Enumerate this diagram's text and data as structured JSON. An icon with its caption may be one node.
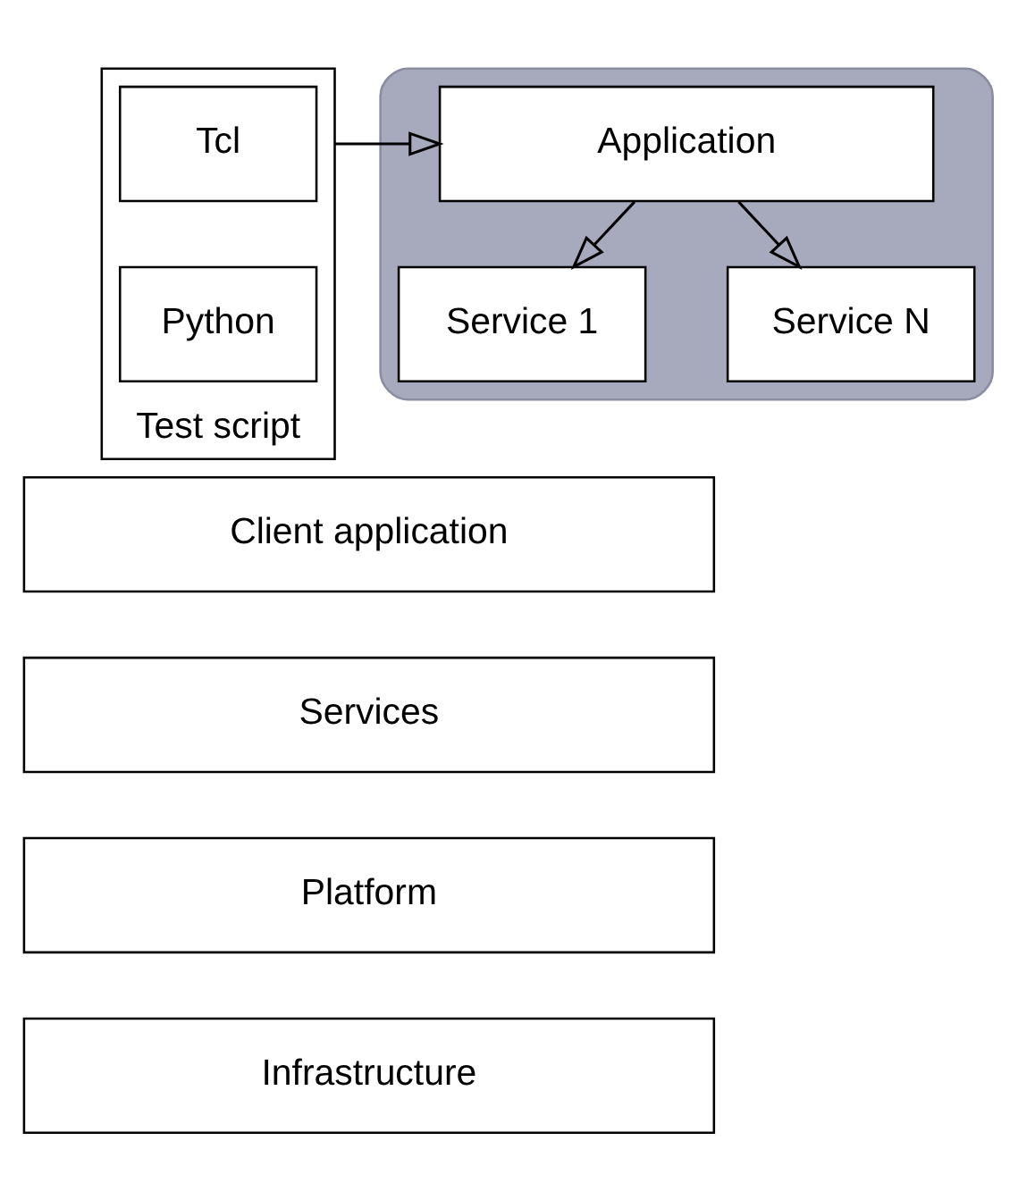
{
  "diagram": {
    "nodes": [
      {
        "text": [
          "Test script"
        ]
      },
      {
        "text": [
          "Tcl"
        ],
        "in": 0
      },
      {
        "text": [
          "Python"
        ],
        "in": 0
      },
      {
        "text": [],
        "shape": "cloud"
      },
      {
        "text": [
          "Application"
        ],
        "in": 3
      },
      {
        "text": [
          "Service 1"
        ],
        "in": 3
      },
      {
        "text": [
          "Service N"
        ],
        "in": 3
      },
      {
        "text": [
          "Client application"
        ]
      },
      {
        "text": [
          "Services"
        ]
      },
      {
        "text": [
          "Platform"
        ]
      },
      {
        "text": [
          "Infrastructure"
        ]
      }
    ],
    "edges": [
      {
        "from": 0,
        "to": 4,
        "arrow": "to"
      },
      {
        "from": 4,
        "to": 5,
        "arrow": "to"
      },
      {
        "from": 4,
        "to": 6,
        "arrow": "to"
      }
    ]
  }
}
